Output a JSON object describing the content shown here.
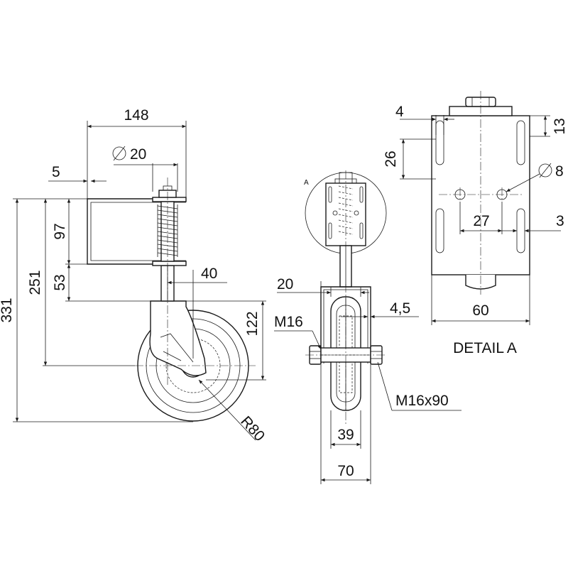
{
  "side_view": {
    "dim_width": "148",
    "dim_bore": "20",
    "dim_plate": "5",
    "dim_bracket_height": "97",
    "dim_lower": "53",
    "dim_height_mid": "251",
    "dim_height_total": "331",
    "dim_offset": "40",
    "dim_axle_height": "122",
    "dim_radius": "R80"
  },
  "front_view": {
    "detail_ref": "A",
    "dim_fork": "20",
    "dim_plate_thk": "4,5",
    "thread": "M16",
    "bolt": "M16x90",
    "dim_tire": "39",
    "dim_overall": "70"
  },
  "detail_view": {
    "title": "DETAIL A",
    "dim_slot_w": "4",
    "dim_top": "13",
    "dim_slot_len": "26",
    "dim_hole": "8",
    "dim_hole_spacing": "27",
    "dim_edge": "3",
    "dim_width": "60"
  }
}
